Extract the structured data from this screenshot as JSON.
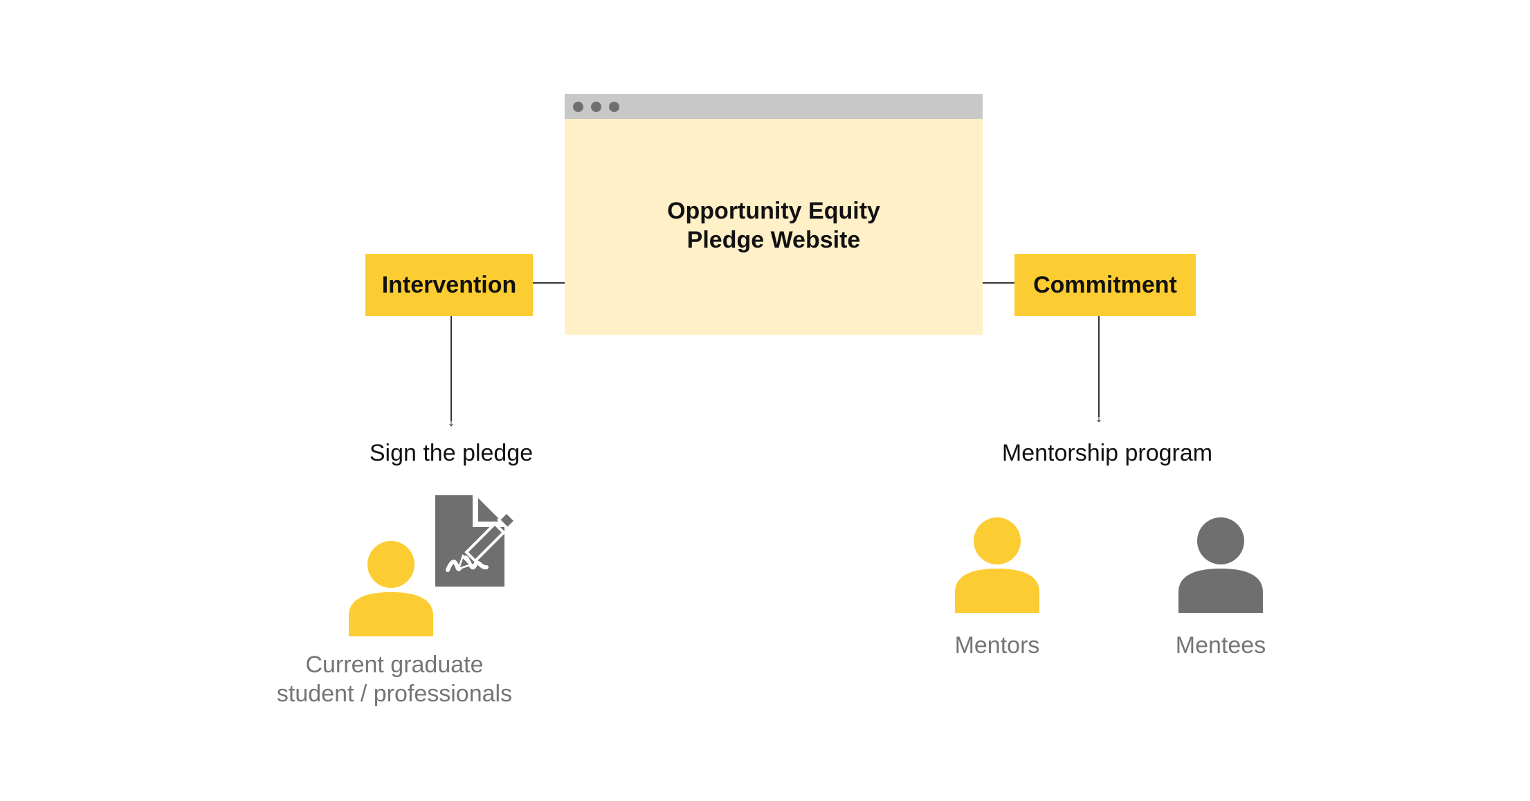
{
  "diagram": {
    "website": {
      "title_line1": "Opportunity Equity",
      "title_line2": "Pledge Website",
      "window_dots": 3
    },
    "left_branch": {
      "tag": "Intervention",
      "action": "Sign the pledge",
      "actor_line1": "Current graduate",
      "actor_line2": "student / professionals",
      "icons": [
        "person-icon",
        "signed-document-icon"
      ]
    },
    "right_branch": {
      "tag": "Commitment",
      "action": "Mentorship program",
      "roles": [
        {
          "label": "Mentors",
          "icon": "person-icon",
          "color": "#fccd33"
        },
        {
          "label": "Mentees",
          "icon": "person-icon",
          "color": "#6f6f6f"
        }
      ]
    }
  },
  "colors": {
    "accent_yellow": "#fccd33",
    "website_fill": "#fff0c7",
    "window_bar": "#c8c8c8",
    "icon_grey": "#6f6f6f",
    "text_grey": "#757575",
    "connector": "#333333"
  }
}
